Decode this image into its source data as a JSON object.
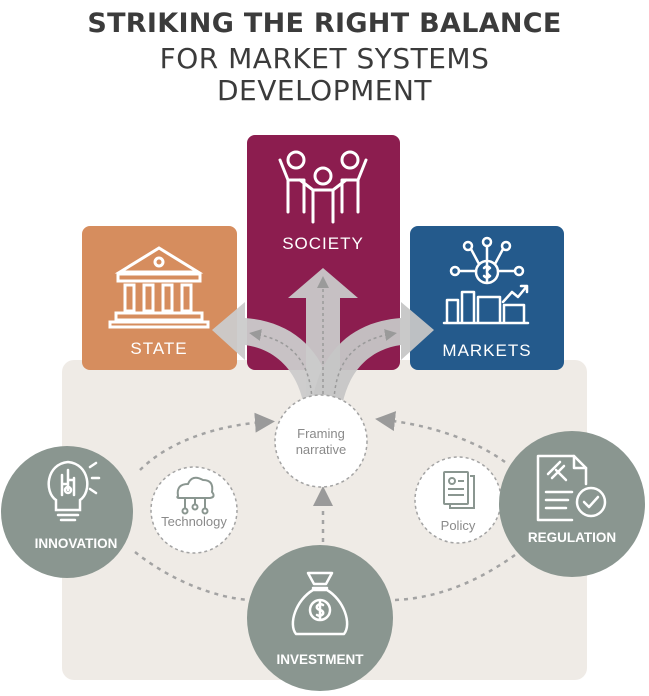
{
  "title": {
    "line1": "STRIKING THE RIGHT BALANCE",
    "line2": "FOR MARKET SYSTEMS",
    "line3": "DEVELOPMENT"
  },
  "boxes": {
    "state": "STATE",
    "society": "SOCIETY",
    "markets": "MARKETS"
  },
  "center": {
    "line1": "Framing",
    "line2": "narrative"
  },
  "nodes": {
    "innovation": "INNOVATION",
    "investment": "INVESTMENT",
    "regulation": "REGULATION",
    "technology": "Technology",
    "policy": "Policy"
  },
  "colors": {
    "state": "#d68d5e",
    "society": "#8c1d4f",
    "markets": "#245a8c",
    "node": "#8a9690",
    "panel": "#efebe6",
    "arrow": "#c4c4c4",
    "title": "#3b3b3b"
  }
}
